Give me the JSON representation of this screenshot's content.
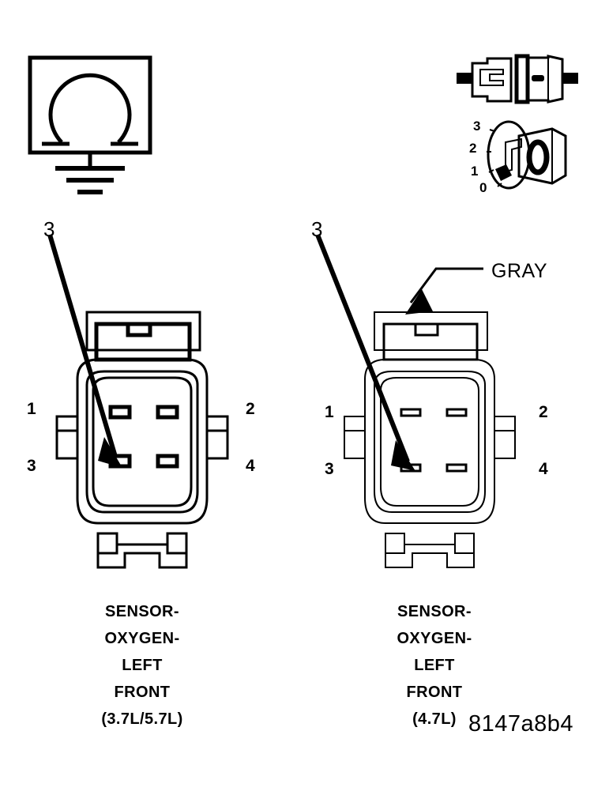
{
  "diagram": {
    "image_id": "8147a8b4",
    "ink_color": "#000000",
    "background_color": "#ffffff",
    "symbols": {
      "ohmmeter": {
        "name": "ohmmeter-ground-symbol",
        "glyph": "omega",
        "description": "Omega resistance symbol in box over chassis ground"
      },
      "ignition": {
        "name": "ignition-switch-symbol",
        "key_face_label": "0",
        "positions": [
          "3",
          "2",
          "1",
          "0"
        ]
      },
      "connector_plug": {
        "name": "mated-connector-symbol"
      }
    },
    "connectors": [
      {
        "id": "left",
        "callout": "3",
        "pins": [
          {
            "number": "1",
            "side": "left",
            "row": "top"
          },
          {
            "number": "3",
            "side": "left",
            "row": "bottom"
          },
          {
            "number": "2",
            "side": "right",
            "row": "top"
          },
          {
            "number": "4",
            "side": "right",
            "row": "bottom"
          }
        ],
        "caption_lines": [
          "SENSOR-",
          "OXYGEN-",
          "LEFT",
          "FRONT",
          "(3.7L/5.7L)"
        ],
        "color_label": null
      },
      {
        "id": "right",
        "callout": "3",
        "pins": [
          {
            "number": "1",
            "side": "left",
            "row": "top"
          },
          {
            "number": "3",
            "side": "left",
            "row": "bottom"
          },
          {
            "number": "2",
            "side": "right",
            "row": "top"
          },
          {
            "number": "4",
            "side": "right",
            "row": "bottom"
          }
        ],
        "caption_lines": [
          "SENSOR-",
          "OXYGEN-",
          "LEFT",
          "FRONT",
          "(4.7L)"
        ],
        "color_label": "GRAY"
      }
    ]
  }
}
